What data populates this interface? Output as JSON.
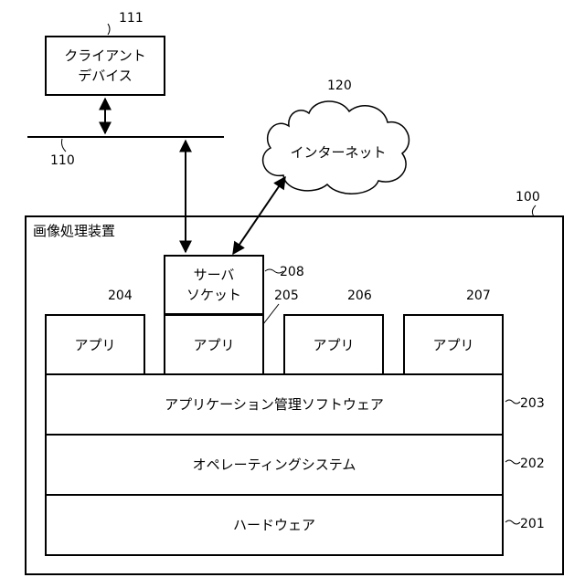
{
  "client_device": {
    "ref": "111",
    "line1": "クライアント",
    "line2": "デバイス"
  },
  "network": {
    "ref": "110"
  },
  "internet": {
    "ref": "120",
    "label": "インターネット"
  },
  "apparatus": {
    "ref": "100",
    "title": "画像処理装置"
  },
  "server_socket": {
    "ref": "208",
    "line1": "サーバ",
    "line2": "ソケット"
  },
  "apps": [
    {
      "ref": "204",
      "label": "アプリ"
    },
    {
      "ref": "205",
      "label": "アプリ"
    },
    {
      "ref": "206",
      "label": "アプリ"
    },
    {
      "ref": "207",
      "label": "アプリ"
    }
  ],
  "layers": {
    "app_management": {
      "ref": "203",
      "label": "アプリケーション管理ソフトウェア"
    },
    "os": {
      "ref": "202",
      "label": "オペレーティングシステム"
    },
    "hardware": {
      "ref": "201",
      "label": "ハードウェア"
    }
  }
}
